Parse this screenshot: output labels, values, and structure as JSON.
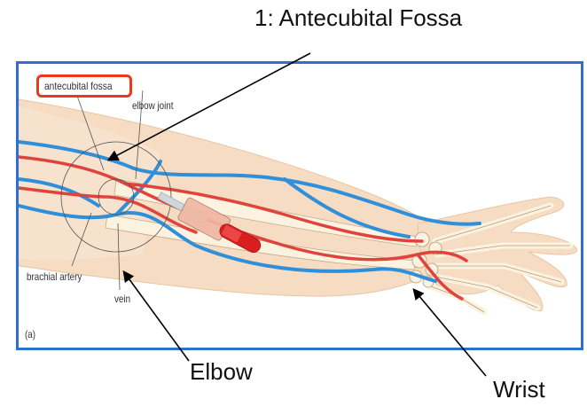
{
  "title_label": "1: Antecubital Fossa",
  "bottom_labels": {
    "elbow": "Elbow",
    "wrist": "Wrist"
  },
  "figure": {
    "labels": {
      "antecubital_fossa": "antecubital fossa",
      "elbow_joint": "elbow joint",
      "brachial_artery": "brachial artery",
      "vein": "vein",
      "panel": "(a)"
    }
  },
  "colors": {
    "frame": "#2e6fd0",
    "highlight_box": "#e8391b",
    "vein": "#2f8fd8",
    "artery": "#e0433c",
    "skin": "#f6dcc3",
    "bone": "#fbf3e0"
  }
}
